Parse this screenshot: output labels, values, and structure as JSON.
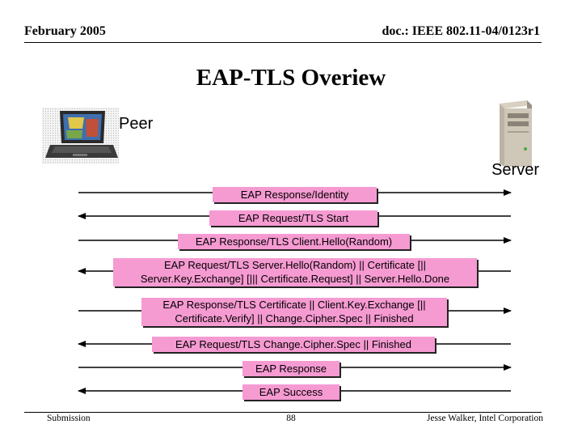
{
  "header": {
    "date": "February 2005",
    "doc_id": "doc.: IEEE 802.11-04/0123r1"
  },
  "title": "EAP-TLS Overiew",
  "labels": {
    "peer": "Peer",
    "server": "Server"
  },
  "messages": [
    {
      "line1": "EAP Response/Identity",
      "line2": "",
      "direction": "to-server"
    },
    {
      "line1": "EAP Request/TLS Start",
      "line2": "",
      "direction": "to-peer"
    },
    {
      "line1": "EAP Response/TLS Client.Hello(Random)",
      "line2": "",
      "direction": "to-server"
    },
    {
      "line1": "EAP Request/TLS Server.Hello(Random) || Certificate [||",
      "line2": "Server.Key.Exchange] [||| Certificate.Request] || Server.Hello.Done",
      "direction": "to-peer"
    },
    {
      "line1": "EAP Response/TLS Certificate || Client.Key.Exchange [||",
      "line2": "Certificate.Verify] || Change.Cipher.Spec || Finished",
      "direction": "to-server"
    },
    {
      "line1": "EAP Request/TLS Change.Cipher.Spec || Finished",
      "line2": "",
      "direction": "to-peer"
    },
    {
      "line1": "EAP Response",
      "line2": "",
      "direction": "to-server"
    },
    {
      "line1": "EAP Success",
      "line2": "",
      "direction": "to-peer"
    }
  ],
  "footer": {
    "left": "Submission",
    "page": "88",
    "right": "Jesse Walker, Intel Corporation"
  }
}
